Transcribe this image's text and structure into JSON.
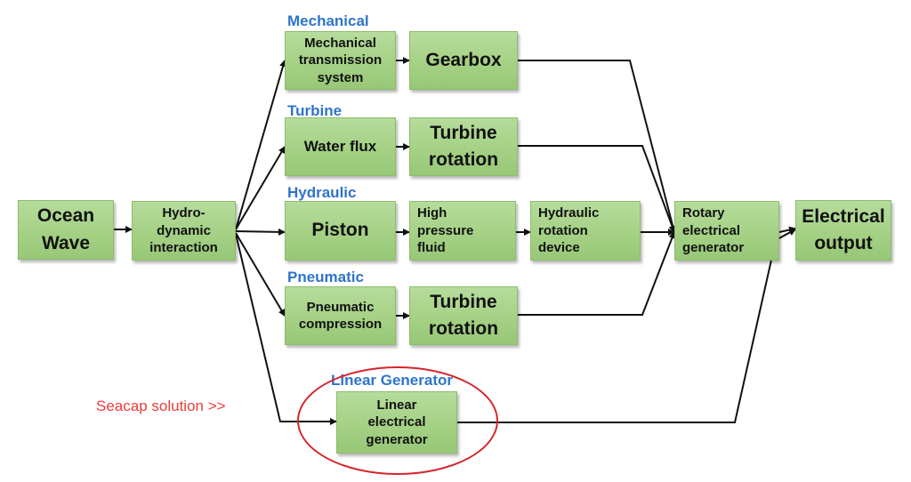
{
  "categories": {
    "mechanical": "Mechanical",
    "turbine": "Turbine",
    "hydraulic": "Hydraulic",
    "pneumatic": "Pneumatic",
    "linear_generator": "Linear Generator"
  },
  "nodes": {
    "ocean_wave": "Ocean\nWave",
    "hydrodynamic": "Hydro-\ndynamic\ninteraction",
    "mech_transmission": "Mechanical\ntransmission\nsystem",
    "gearbox": "Gearbox",
    "water_flux": "Water flux",
    "turbine_rotation_1": "Turbine\nrotation",
    "piston": "Piston",
    "high_pressure_fluid": "High\npressure\nfluid",
    "hydraulic_rotation": "Hydraulic\nrotation\ndevice",
    "pneumatic_compression": "Pneumatic\ncompression",
    "turbine_rotation_2": "Turbine\nrotation",
    "linear_generator": "Linear\nelectrical\ngenerator",
    "rotary_generator": "Rotary\nelectrical\ngenerator",
    "electrical_output": "Electrical\noutput"
  },
  "callout": "Seacap solution  >>"
}
